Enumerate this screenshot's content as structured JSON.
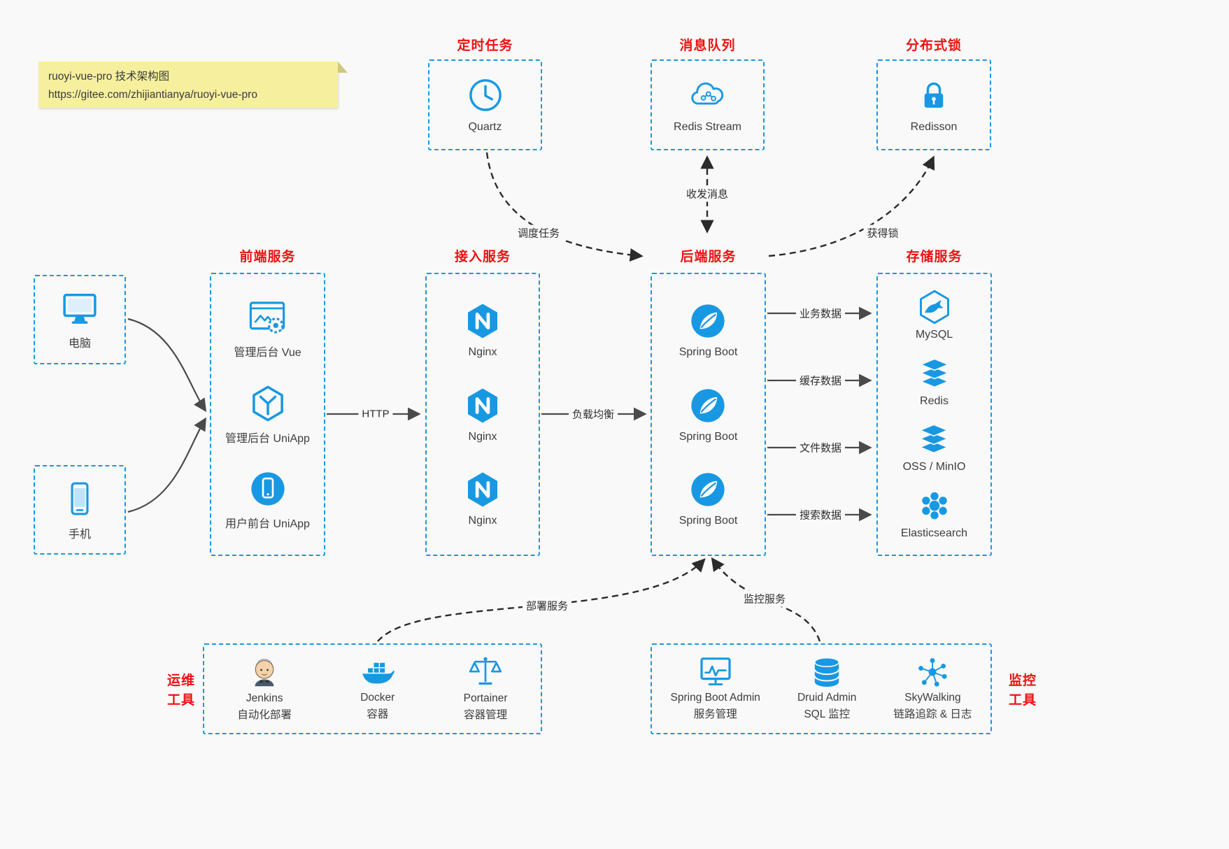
{
  "note": {
    "line1": "ruoyi-vue-pro 技术架构图",
    "line2": "https://gitee.com/zhijiantianya/ruoyi-vue-pro"
  },
  "top": {
    "scheduled": {
      "title": "定时任务",
      "label": "Quartz",
      "icon": "clock-icon"
    },
    "queue": {
      "title": "消息队列",
      "label": "Redis Stream",
      "icon": "cloud-network-icon"
    },
    "dlock": {
      "title": "分布式锁",
      "label": "Redisson",
      "icon": "lock-icon"
    }
  },
  "clients": {
    "desktop": {
      "label": "电脑",
      "icon": "desktop-icon"
    },
    "mobile": {
      "label": "手机",
      "icon": "phone-icon"
    }
  },
  "columns": {
    "frontend": {
      "title": "前端服务",
      "items": [
        {
          "label": "管理后台 Vue",
          "icon": "admin-vue-icon"
        },
        {
          "label": "管理后台 UniApp",
          "icon": "admin-uniapp-icon"
        },
        {
          "label": "用户前台 UniApp",
          "icon": "user-uniapp-icon"
        }
      ]
    },
    "gateway": {
      "title": "接入服务",
      "items": [
        {
          "label": "Nginx",
          "icon": "nginx-icon"
        },
        {
          "label": "Nginx",
          "icon": "nginx-icon"
        },
        {
          "label": "Nginx",
          "icon": "nginx-icon"
        }
      ]
    },
    "backend": {
      "title": "后端服务",
      "items": [
        {
          "label": "Spring Boot",
          "icon": "spring-boot-icon"
        },
        {
          "label": "Spring Boot",
          "icon": "spring-boot-icon"
        },
        {
          "label": "Spring Boot",
          "icon": "spring-boot-icon"
        }
      ]
    },
    "storage": {
      "title": "存储服务",
      "items": [
        {
          "label": "MySQL",
          "icon": "mysql-icon"
        },
        {
          "label": "Redis",
          "icon": "redis-stack-icon"
        },
        {
          "label": "OSS / MinIO",
          "icon": "oss-minio-icon"
        },
        {
          "label": "Elasticsearch",
          "icon": "elasticsearch-icon"
        }
      ]
    }
  },
  "edges": {
    "http": "HTTP",
    "load_balance": "负载均衡",
    "dispatch": "调度任务",
    "messages": "收发消息",
    "lock": "获得锁",
    "business": "业务数据",
    "cache": "缓存数据",
    "file": "文件数据",
    "search": "搜索数据",
    "deploy": "部署服务",
    "monitor": "监控服务"
  },
  "ops": {
    "title": {
      "line1": "运维",
      "line2": "工具"
    },
    "items": [
      {
        "name": "Jenkins",
        "desc": "自动化部署",
        "icon": "jenkins-icon"
      },
      {
        "name": "Docker",
        "desc": "容器",
        "icon": "docker-icon"
      },
      {
        "name": "Portainer",
        "desc": "容器管理",
        "icon": "portainer-icon"
      }
    ]
  },
  "monitoring": {
    "title": {
      "line1": "监控",
      "line2": "工具"
    },
    "items": [
      {
        "name": "Spring Boot Admin",
        "desc": "服务管理",
        "icon": "spring-boot-admin-icon"
      },
      {
        "name": "Druid Admin",
        "desc": "SQL 监控",
        "icon": "druid-icon"
      },
      {
        "name": "SkyWalking",
        "desc": "链路追踪 & 日志",
        "icon": "skywalking-icon"
      }
    ]
  },
  "colors": {
    "accent_blue": "#1898e3",
    "title_red": "#ee1111",
    "note_yellow": "#f6f09e",
    "arrow_gray": "#4a4a4a",
    "arrow_dark": "#2b2b2b"
  }
}
